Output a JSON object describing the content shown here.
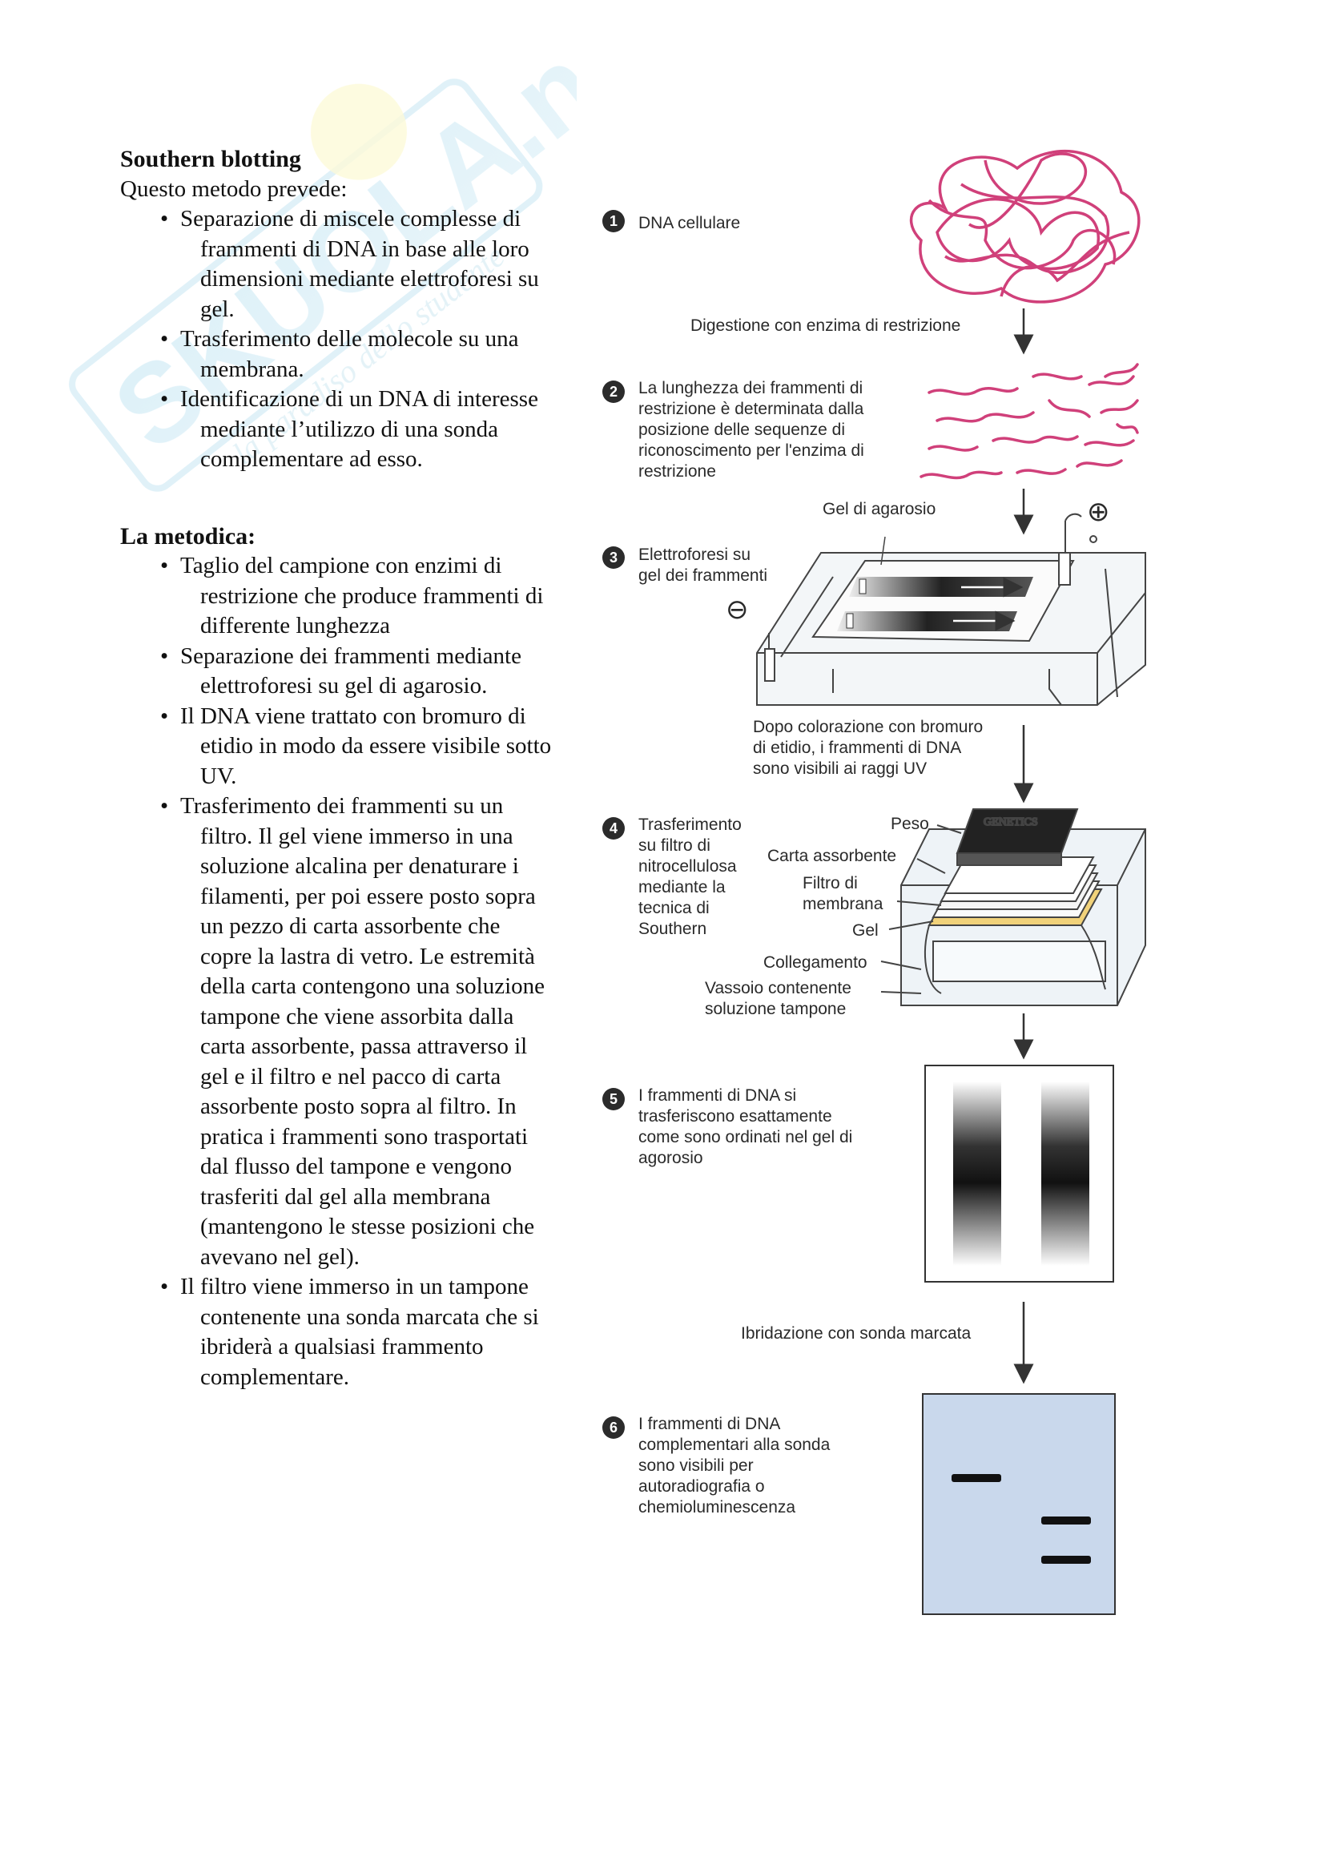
{
  "watermark": {
    "brand": "SKUOLA.net",
    "tagline": "la paradiso dello studente"
  },
  "left": {
    "title": "Southern blotting",
    "intro": "Questo metodo prevede:",
    "method_bullets": [
      [
        "Separazione di miscele complesse di",
        "frammenti di DNA in base alle loro",
        "dimensioni mediante elettroforesi su",
        "gel."
      ],
      [
        "Trasferimento delle molecole su una",
        "membrana."
      ],
      [
        "Identificazione di un DNA di interesse",
        "mediante l’utilizzo di una sonda",
        "complementare ad esso."
      ]
    ],
    "section2_title": "La metodica:",
    "procedure_bullets": [
      [
        "Taglio del campione con enzimi di",
        "restrizione che produce frammenti di",
        "differente lunghezza"
      ],
      [
        "Separazione dei frammenti mediante",
        "elettroforesi su gel di agarosio."
      ],
      [
        "Il DNA viene trattato con bromuro di",
        "etidio in modo da essere visibile sotto",
        "UV."
      ],
      [
        "Trasferimento dei frammenti su un",
        "filtro. Il gel viene immerso in una",
        "soluzione alcalina per denaturare i",
        "filamenti, per poi essere posto sopra",
        "un pezzo di carta assorbente che",
        "copre la lastra di vetro. Le estremità",
        "della carta contengono una soluzione",
        "tampone che viene assorbita dalla",
        "carta assorbente, passa attraverso il",
        "gel e il filtro e nel pacco di carta",
        "assorbente posto sopra al filtro. In",
        "pratica i frammenti sono trasportati",
        "dal flusso del tampone e vengono",
        "trasferiti dal gel alla membrana",
        "(mantengono le stesse posizioni che",
        "avevano nel gel)."
      ],
      [
        "Il filtro viene immerso in un tampone",
        "contenente una sonda marcata che si",
        "ibriderà a qualsiasi frammento",
        "complementare."
      ]
    ]
  },
  "figure": {
    "steps": [
      {
        "num": "1",
        "lines": [
          "DNA cellulare"
        ]
      },
      {
        "num": "2",
        "lines": [
          "La lunghezza dei frammenti di",
          "restrizione è determinata dalla",
          "posizione delle sequenze di",
          "riconoscimento per l'enzima di",
          "restrizione"
        ]
      },
      {
        "num": "3",
        "lines": [
          "Elettroforesi su",
          "gel dei frammenti"
        ]
      },
      {
        "num": "4",
        "lines": [
          "Trasferimento",
          "su filtro di",
          "nitrocellulosa",
          "mediante la",
          "tecnica di",
          "Southern"
        ]
      },
      {
        "num": "5",
        "lines": [
          "I frammenti di DNA si",
          "trasferiscono esattamente",
          "come sono ordinati nel gel di",
          "agorosio"
        ]
      },
      {
        "num": "6",
        "lines": [
          "I frammenti di DNA",
          "complementari alla sonda",
          "sono visibili per",
          "autoradiografia o",
          "chemioluminescenza"
        ]
      }
    ],
    "transitions": {
      "digestion": "Digestione con enzima di restrizione",
      "staining": [
        "Dopo colorazione con bromuro",
        "di etidio, i frammenti di DNA",
        "sono visibili ai raggi UV"
      ],
      "hybridization": "Ibridazione con sonda marcata"
    },
    "gel_label": "Gel di agarosio",
    "electrodes": {
      "plus": "⊕",
      "minus": "⊖"
    },
    "blot_labels": {
      "weight": "Peso",
      "paper": "Carta assorbente",
      "membrane": [
        "Filtro di",
        "membrana"
      ],
      "gel": "Gel",
      "wick": "Collegamento",
      "tray": [
        "Vassoio contenente",
        "soluzione tampone"
      ]
    },
    "book_title": "GENETICS",
    "colors": {
      "dna": "#d0407a",
      "membrane": "#c9d8ec",
      "band": "#111111",
      "paper_yellow": "#f1d27a"
    }
  }
}
